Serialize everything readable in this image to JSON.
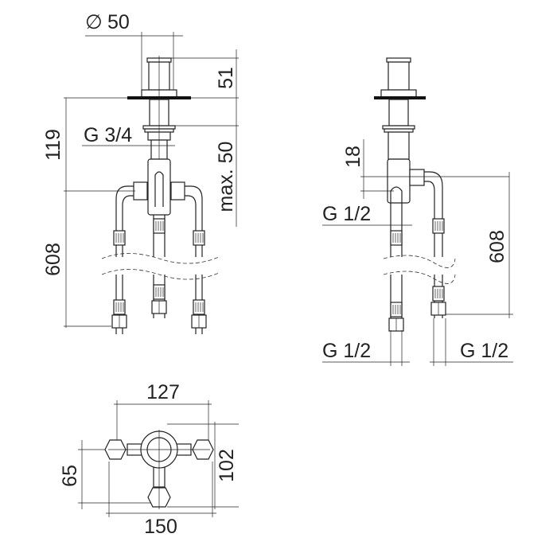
{
  "front_view": {
    "diameter_symbol": "∅",
    "diameter": "50",
    "height_top": "51",
    "max_depth": "max. 50",
    "thread_main": "G 3/4",
    "height_body": "119",
    "hose_length": "608"
  },
  "side_view": {
    "offset": "18",
    "thread_upper": "G 1/2",
    "thread_bottom_left": "G 1/2",
    "thread_bottom_right": "G 1/2",
    "hose_length": "608"
  },
  "top_view": {
    "width_inner": "127",
    "width_outer": "150",
    "depth_left": "65",
    "depth_right": "102"
  }
}
